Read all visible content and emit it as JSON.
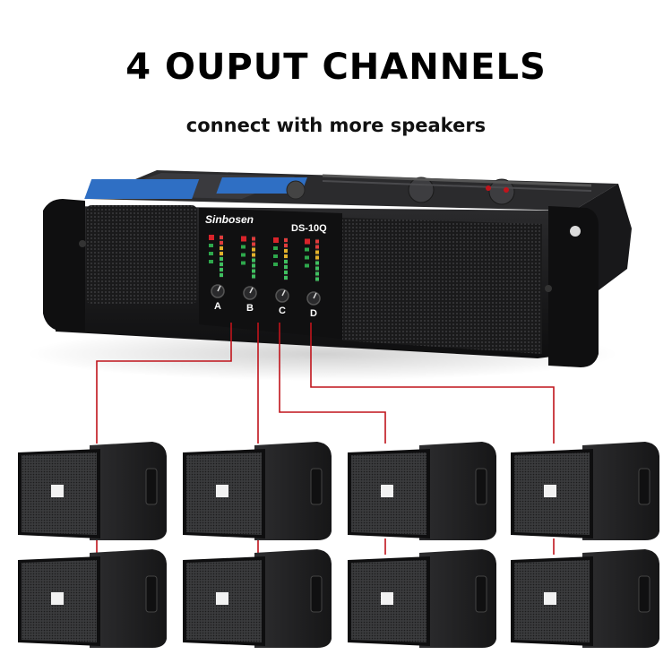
{
  "heading": {
    "title": "4 OUPUT CHANNELS",
    "subtitle": "connect with more speakers"
  },
  "amplifier": {
    "brand": "Sinbosen",
    "model": "DS-10Q",
    "channels": [
      "A",
      "B",
      "C",
      "D"
    ]
  },
  "speakers": {
    "columns": 4,
    "rows": 2
  },
  "colors": {
    "cable": "#c0141c",
    "chassis": "#1b1b1d",
    "front_panel": "#151516",
    "speaker_body": "#2a2a2c"
  }
}
